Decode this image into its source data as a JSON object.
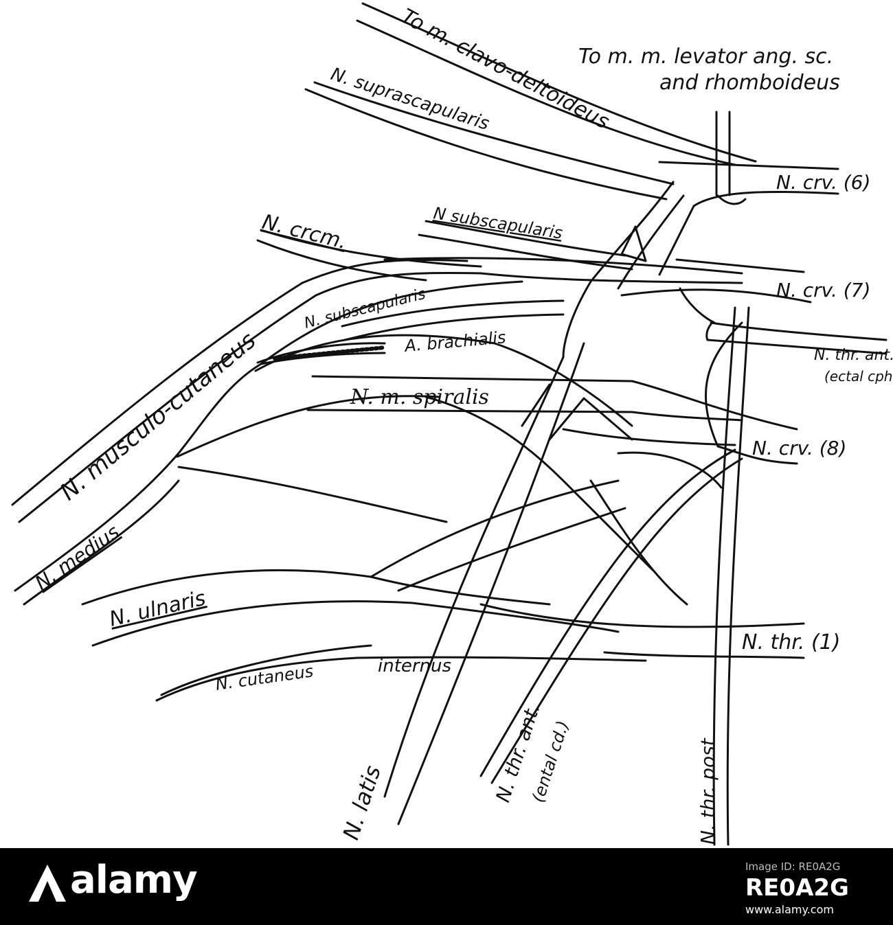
{
  "diagram": {
    "labels": {
      "to_clavo_deltoideus": "To m. clavo-deltoideus",
      "to_levator_line1": "To m. m. levator ang. sc.",
      "to_levator_line2": "and rhomboideus",
      "suprascapularis": "N. suprascapularis",
      "subscapularis_upper": "N subscapularis",
      "ncrcm": "N. crcm.",
      "musculo_cutaneus": "N. musculo-cutaneus",
      "subscapularis_lower": "N. subscapularis",
      "a_brachialis": "A. brachialis",
      "m_spiralis": "N. m. spiralis",
      "medius": "N. medius",
      "ulnaris": "N. ulnaris",
      "cutaneus": "N. cutaneus",
      "internus": "internus",
      "latis": "N. latis",
      "thr_ant_ental": "N. thr. ant.",
      "ental_cd": "(ental cd.)",
      "thr_post": "N. thr. post",
      "crv6": "N. crv. (6)",
      "crv7": "N. crv. (7)",
      "thr_ant_ectal": "N. thr. ant.",
      "ectal_cph": "(ectal cph.)",
      "crv8": "N. crv. (8)",
      "thr1": "N. thr. (1)"
    }
  },
  "watermark": {
    "brand": "alamy",
    "image_id_label": "Image ID: RE0A2G",
    "image_id": "RE0A2G",
    "url": "www.alamy.com"
  }
}
